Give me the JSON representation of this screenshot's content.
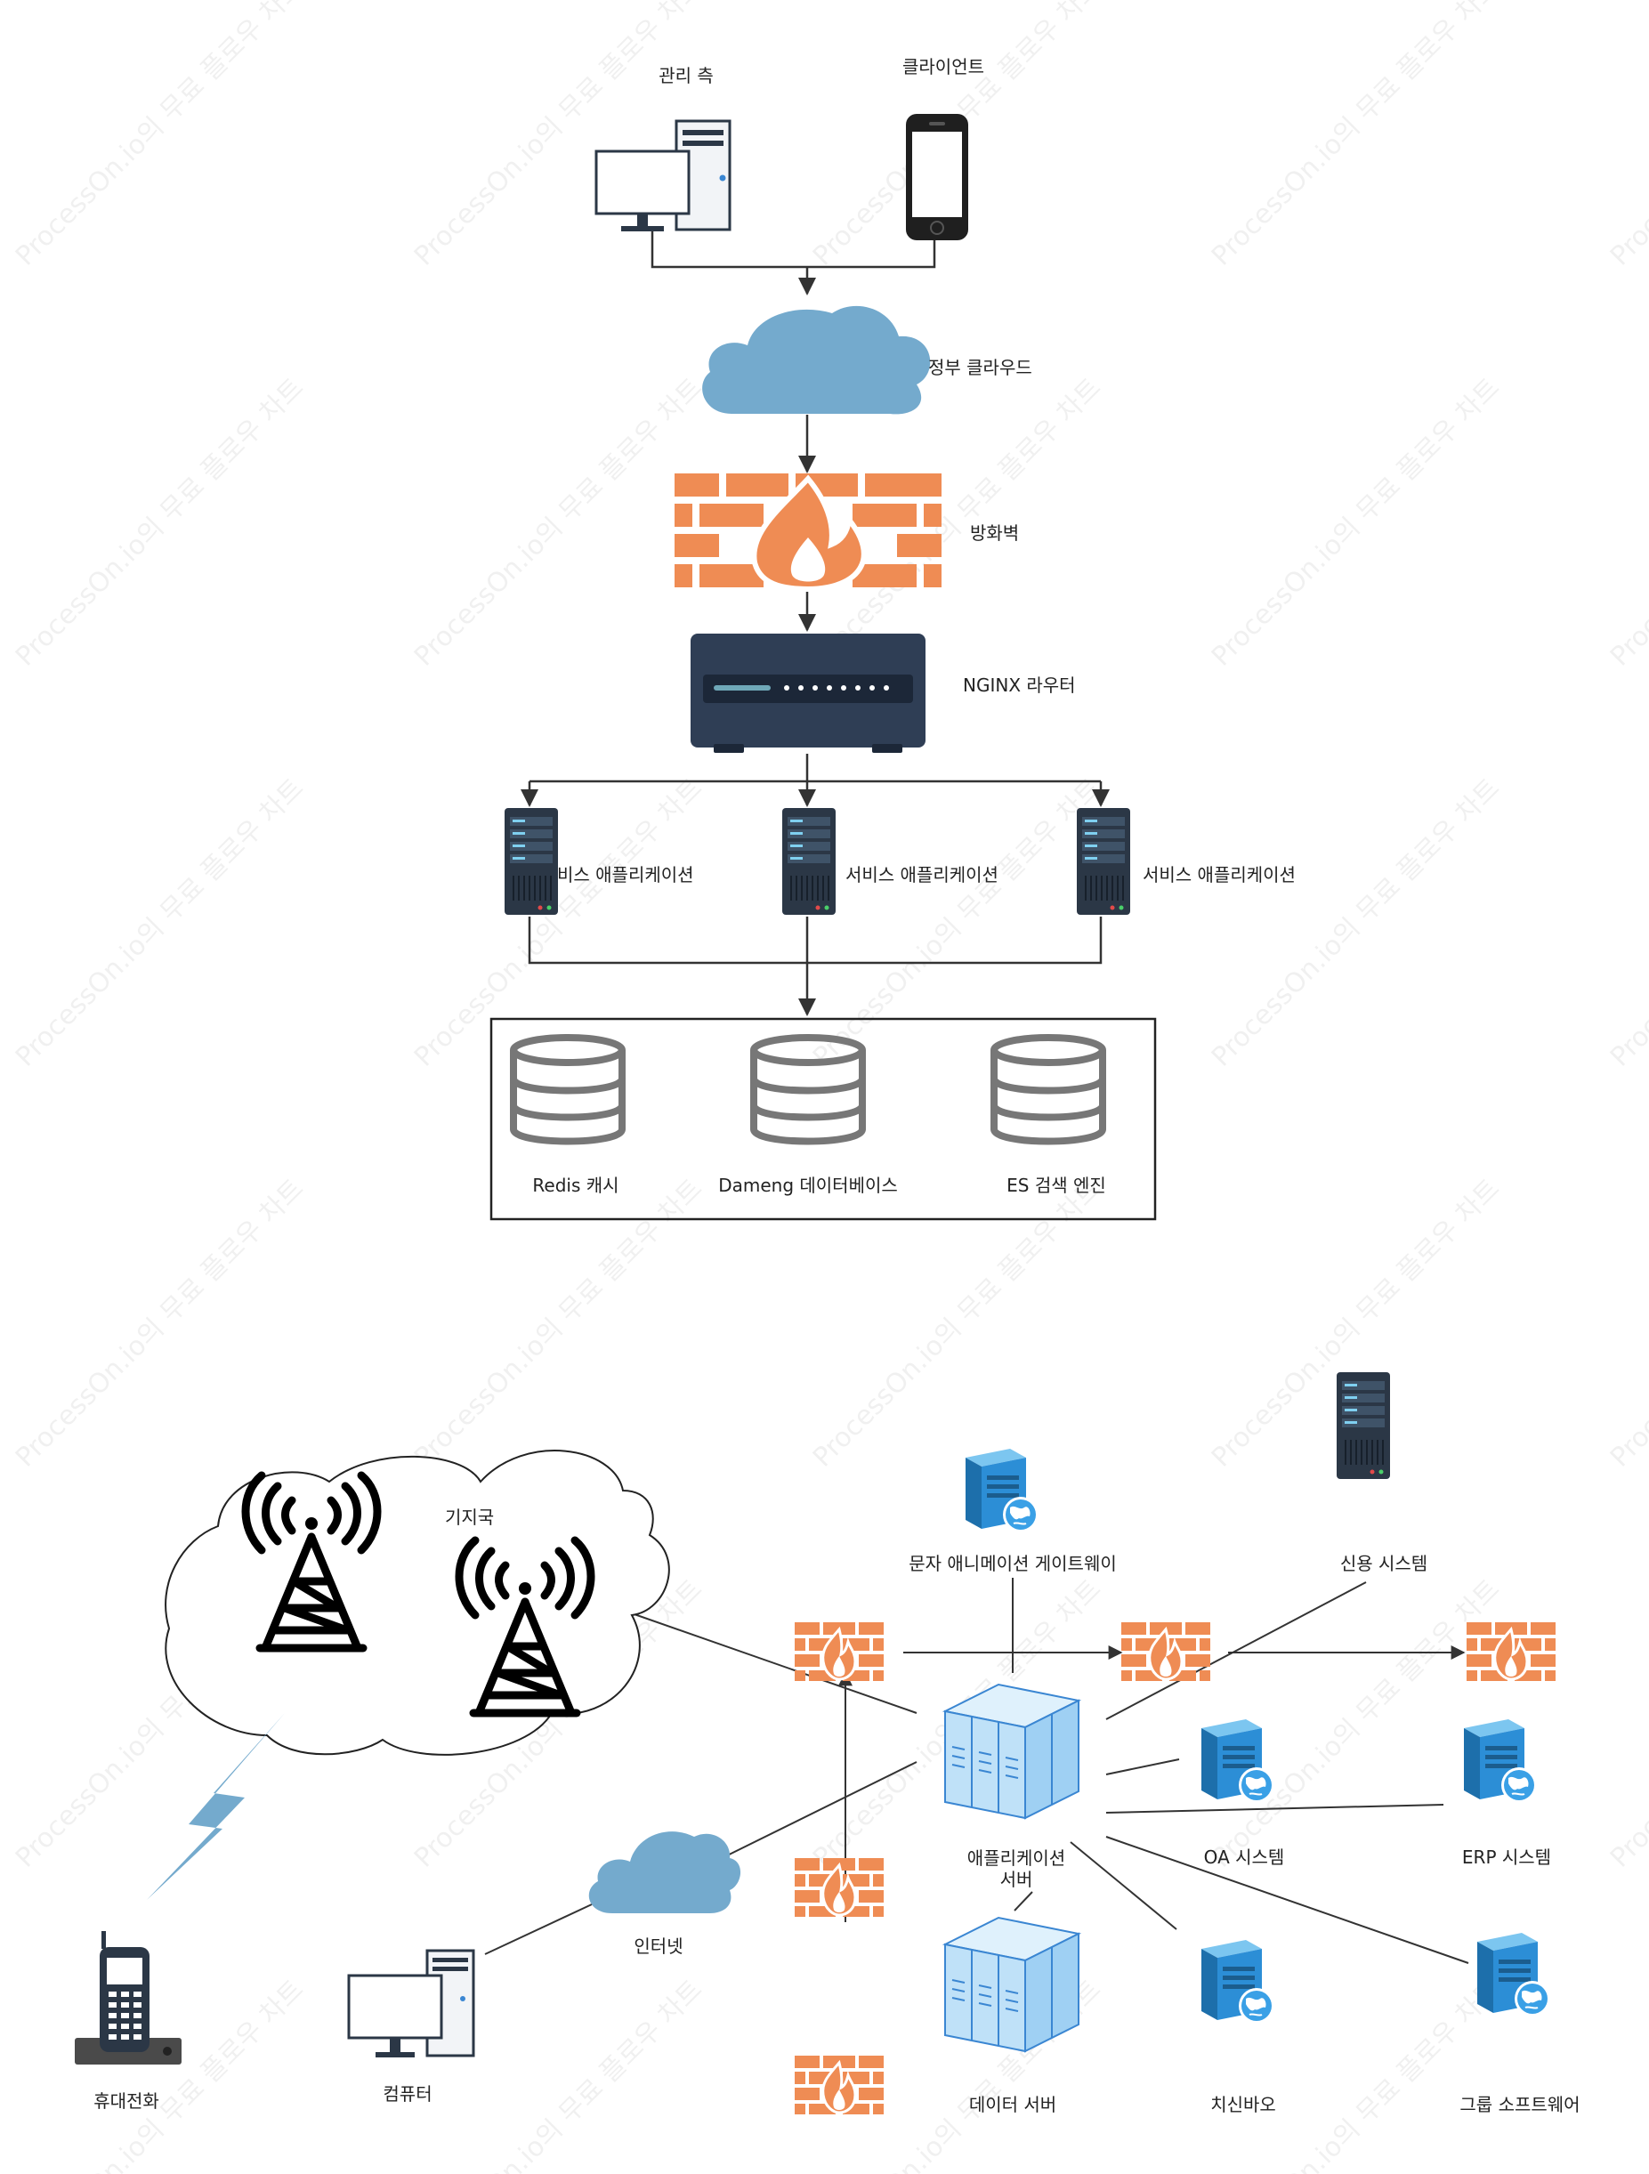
{
  "watermark": "ProcessOn.io의 무료 플로우 차트",
  "top": {
    "admin_label": "관리 측",
    "client_label": "클라이언트",
    "cloud_label": "정부 클라우드",
    "firewall_label": "방화벽",
    "router_label": "NGINX 라우터",
    "service_left_label": "비스 애플리케이션",
    "service_mid_label": "서비스 애플리케이션",
    "service_right_label": "서비스 애플리케이션",
    "db_redis_label": "Redis 캐시",
    "db_dameng_label": "Dameng 데이터베이스",
    "db_es_label": "ES 검색 엔진"
  },
  "bottom": {
    "base_station_label": "기지국",
    "sms_gateway_label": "문자 애니메이션 게이트웨이",
    "credit_system_label": "신용 시스템",
    "app_server_label_1": "애플리케이션",
    "app_server_label_2": "서버",
    "oa_label": "OA 시스템",
    "erp_label": "ERP 시스템",
    "internet_label": "인터넷",
    "mobile_label": "휴대전화",
    "computer_label": "컴퓨터",
    "data_server_label": "데이터 서버",
    "zhixin_label": "치신바오",
    "group_software_label": "그룹 소프트웨어"
  },
  "colors": {
    "brick": "#ef8c54",
    "cloud": "#74aacd",
    "router": "#2f3e55",
    "server_dark": "#2b3746",
    "server_blue": "#2c8ed6",
    "line": "#333333"
  }
}
